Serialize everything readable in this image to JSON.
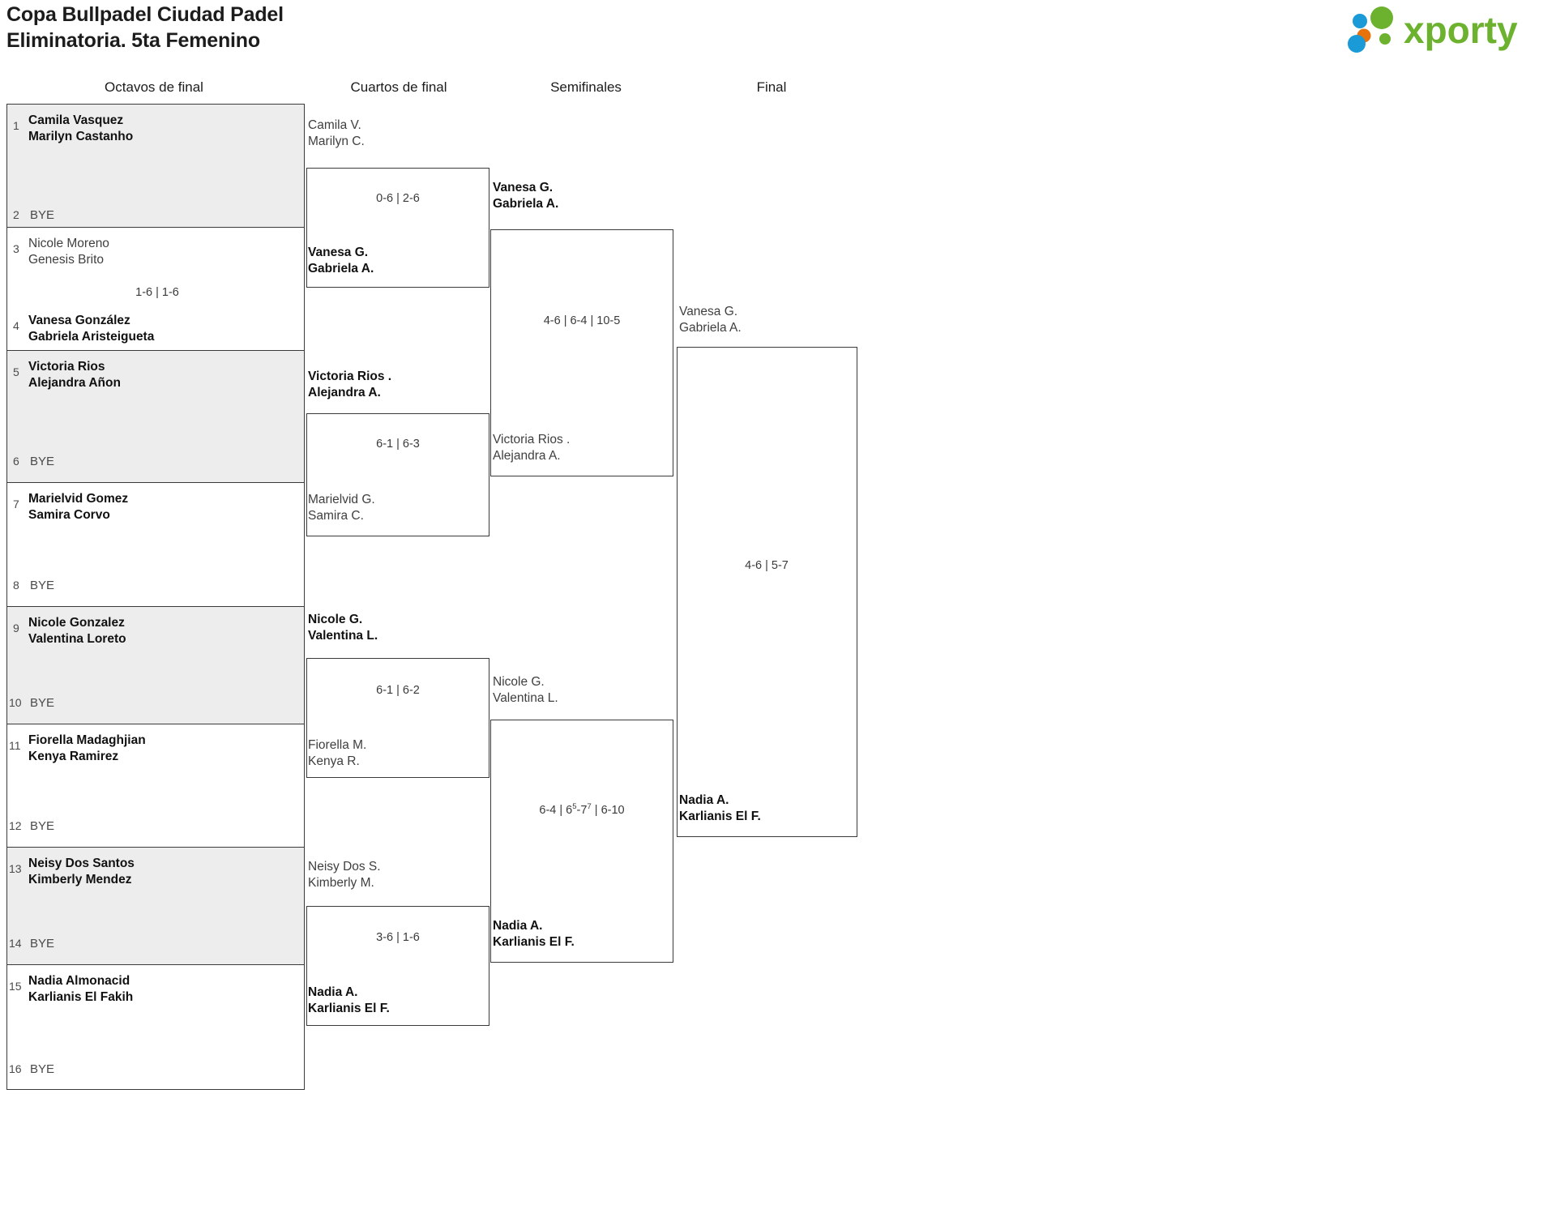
{
  "header": {
    "title": "Copa Bullpadel Ciudad Padel\nEliminatoria. 5ta Femenino",
    "logo_text": "xporty",
    "logo_colors": {
      "text_green": "#6cb22e",
      "dot_blue": "#1a9ad6",
      "dot_orange": "#e8730c",
      "dot_green": "#6cb22e"
    }
  },
  "rounds": [
    {
      "label": "Octavos de final"
    },
    {
      "label": "Cuartos de final"
    },
    {
      "label": "Semifinales"
    },
    {
      "label": "Final"
    }
  ],
  "bracket": {
    "round1": {
      "entries": [
        {
          "seed": "1",
          "team": "Camila Vasquez\nMarilyn Castanho",
          "state": "winner",
          "shaded": true
        },
        {
          "seed": "2",
          "team": "BYE",
          "state": "bye",
          "shaded": true
        },
        {
          "seed": "3",
          "team": "Nicole Moreno\nGenesis Brito",
          "state": "loser",
          "shaded": false
        },
        {
          "seed": "4",
          "team": "Vanesa González\nGabriela Aristeigueta",
          "state": "winner",
          "shaded": false
        },
        {
          "seed": "5",
          "team": "Victoria Rios\nAlejandra Añon",
          "state": "winner",
          "shaded": true
        },
        {
          "seed": "6",
          "team": "BYE",
          "state": "bye",
          "shaded": true
        },
        {
          "seed": "7",
          "team": "Marielvid Gomez\nSamira Corvo",
          "state": "winner",
          "shaded": false
        },
        {
          "seed": "8",
          "team": "BYE",
          "state": "bye",
          "shaded": false
        },
        {
          "seed": "9",
          "team": "Nicole Gonzalez\nValentina Loreto",
          "state": "winner",
          "shaded": true
        },
        {
          "seed": "10",
          "team": "BYE",
          "state": "bye",
          "shaded": true
        },
        {
          "seed": "11",
          "team": "Fiorella Madaghjian\nKenya Ramirez",
          "state": "winner",
          "shaded": false
        },
        {
          "seed": "12",
          "team": "BYE",
          "state": "bye",
          "shaded": false
        },
        {
          "seed": "13",
          "team": "Neisy Dos Santos\nKimberly Mendez",
          "state": "winner",
          "shaded": true
        },
        {
          "seed": "14",
          "team": "BYE",
          "state": "bye",
          "shaded": true
        },
        {
          "seed": "15",
          "team": "Nadia Almonacid\nKarlianis El Fakih",
          "state": "winner",
          "shaded": false
        },
        {
          "seed": "16",
          "team": "BYE",
          "state": "bye",
          "shaded": false
        }
      ],
      "scores": [
        {
          "text": "1-6 | 1-6"
        }
      ]
    },
    "round2": {
      "matches": [
        {
          "top": {
            "team": "Camila V.\nMarilyn C.",
            "state": "loser"
          },
          "bottom": {
            "team": "Vanesa G.\nGabriela A.",
            "state": "winner"
          },
          "score": "0-6 | 2-6"
        },
        {
          "top": {
            "team": "Victoria Rios .\nAlejandra A.",
            "state": "winner"
          },
          "bottom": {
            "team": "Marielvid G.\nSamira C.",
            "state": "loser"
          },
          "score": "6-1 | 6-3"
        },
        {
          "top": {
            "team": "Nicole G.\nValentina L.",
            "state": "winner"
          },
          "bottom": {
            "team": "Fiorella M.\nKenya R.",
            "state": "loser"
          },
          "score": "6-1 | 6-2"
        },
        {
          "top": {
            "team": "Neisy Dos S.\nKimberly M.",
            "state": "loser"
          },
          "bottom": {
            "team": "Nadia A.\nKarlianis El F.",
            "state": "winner"
          },
          "score": "3-6 | 1-6"
        }
      ]
    },
    "round3": {
      "matches": [
        {
          "top": {
            "team": "Vanesa G.\nGabriela A.",
            "state": "winner"
          },
          "bottom": {
            "team": "Victoria Rios .\nAlejandra A.",
            "state": "loser"
          },
          "score": "4-6 | 6-4 | 10-5"
        },
        {
          "top": {
            "team": "Nicole G.\nValentina L.",
            "state": "loser"
          },
          "bottom": {
            "team": "Nadia A.\nKarlianis El F.",
            "state": "winner"
          },
          "score_parts": [
            {
              "text": "6-4 | 6"
            },
            {
              "text": "5",
              "sup": true
            },
            {
              "text": "-7"
            },
            {
              "text": "7",
              "sup": true
            },
            {
              "text": " | 6-10"
            }
          ],
          "score": "6-4 | 65-77 | 6-10"
        }
      ]
    },
    "round4": {
      "matches": [
        {
          "top": {
            "team": "Vanesa G.\nGabriela A.",
            "state": "loser"
          },
          "bottom": {
            "team": "Nadia A.\nKarlianis El F.",
            "state": "winner"
          },
          "score": "4-6 | 5-7"
        }
      ]
    }
  }
}
